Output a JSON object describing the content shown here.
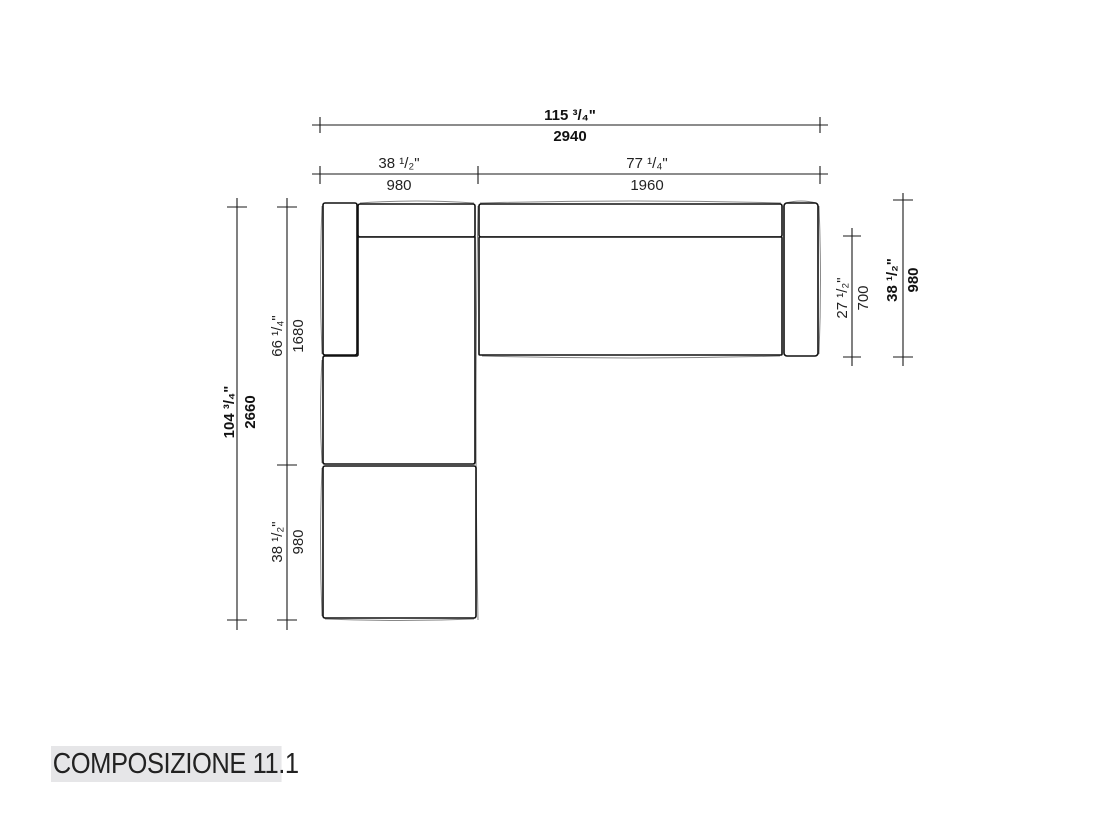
{
  "caption": "COMPOSIZIONE 11.1",
  "colors": {
    "line": "#111111",
    "text": "#222222",
    "caption_bg": "#e6e6e8",
    "background": "#ffffff"
  },
  "dimensions": {
    "overall_width": {
      "inches": "115 ³/₄\"",
      "mm": "2940"
    },
    "chaise_width": {
      "inches": "38 ¹/₂\"",
      "mm": "980"
    },
    "sofa_width": {
      "inches": "77 ¹/₄\"",
      "mm": "1960"
    },
    "overall_depth": {
      "inches": "104 ³/₄\"",
      "mm": "2660"
    },
    "chaise_length": {
      "inches": "66 ¹/₄\"",
      "mm": "1680"
    },
    "ottoman_length": {
      "inches": "38 ¹/₂\"",
      "mm": "980"
    },
    "seat_depth": {
      "inches": "27 ¹/₂\"",
      "mm": "700"
    },
    "sofa_depth": {
      "inches": "38 ¹/₂\"",
      "mm": "980"
    }
  },
  "modules": [
    {
      "name": "left-armrest"
    },
    {
      "name": "chaise-backrest"
    },
    {
      "name": "chaise-seat"
    },
    {
      "name": "ottoman"
    },
    {
      "name": "sofa-backrest"
    },
    {
      "name": "sofa-seat"
    },
    {
      "name": "right-armrest"
    }
  ]
}
